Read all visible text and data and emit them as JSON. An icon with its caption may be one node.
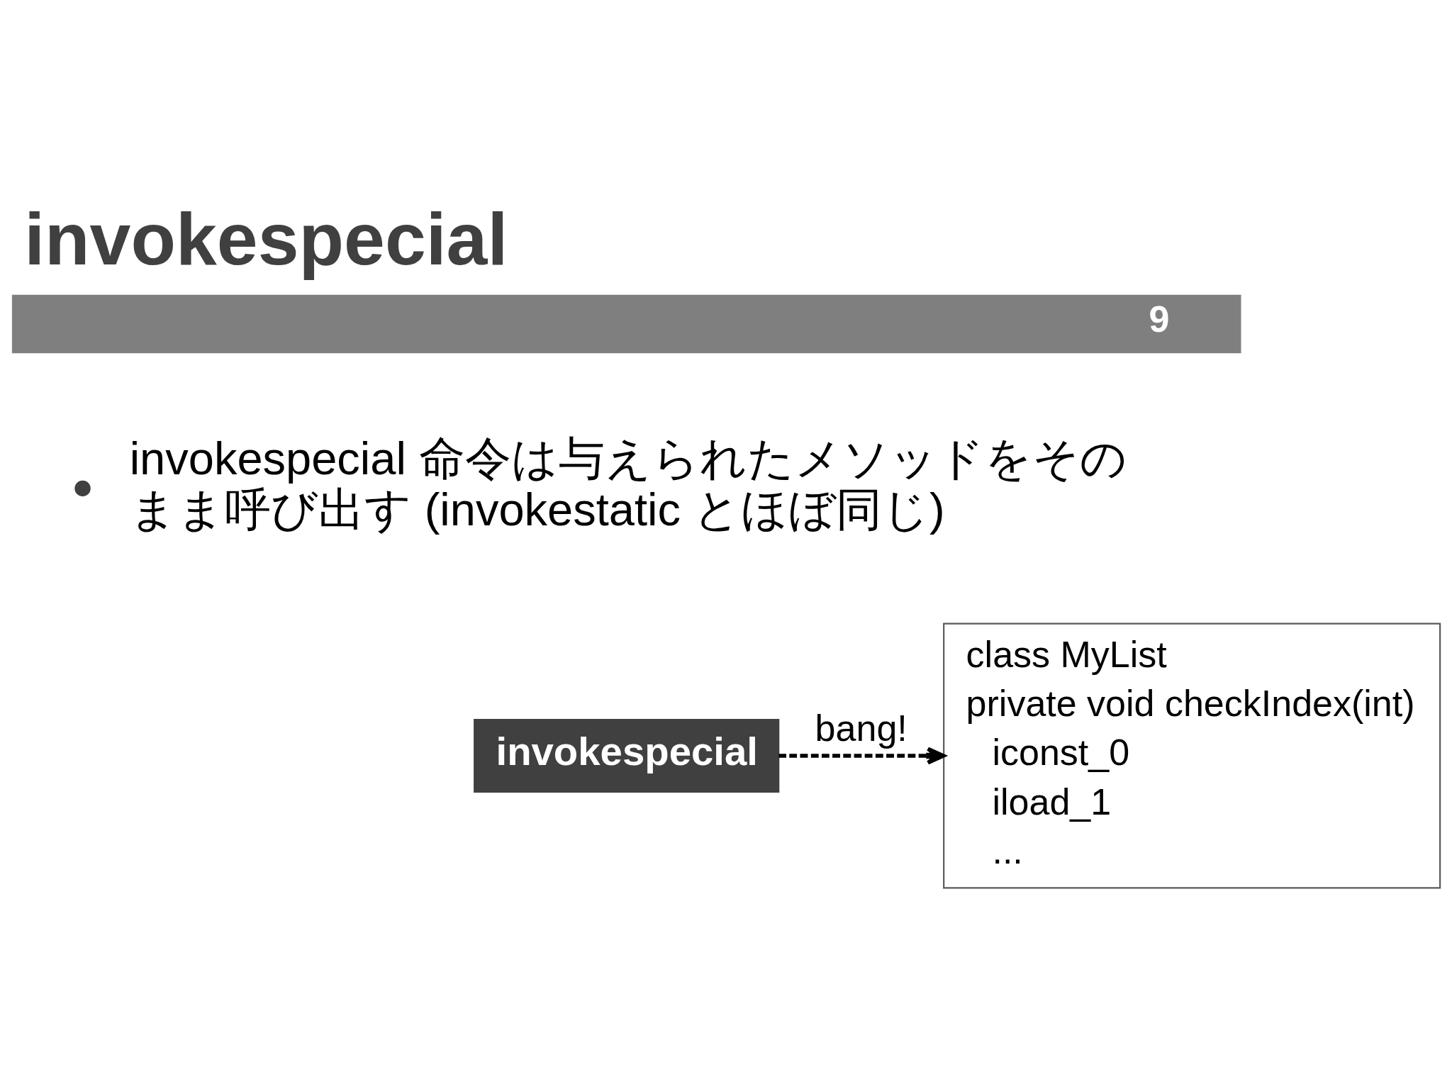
{
  "diagram": {
    "title": "invokespecial",
    "nodes": [
      {
        "text": [
          "invokespecial"
        ]
      },
      {
        "text": [
          "class MyList",
          "private void checkIndex(int)",
          "iconst_0",
          "iload_1",
          "..."
        ]
      }
    ],
    "edges": [
      {
        "from": 0,
        "to": 1,
        "arrow": "to",
        "style": "dashed",
        "label": "bang!"
      }
    ],
    "labels": [
      "9",
      "invokespecial 命令は与えられたメソッドをそのまま呼び出す (invokestatic とほぼ同じ)"
    ]
  }
}
